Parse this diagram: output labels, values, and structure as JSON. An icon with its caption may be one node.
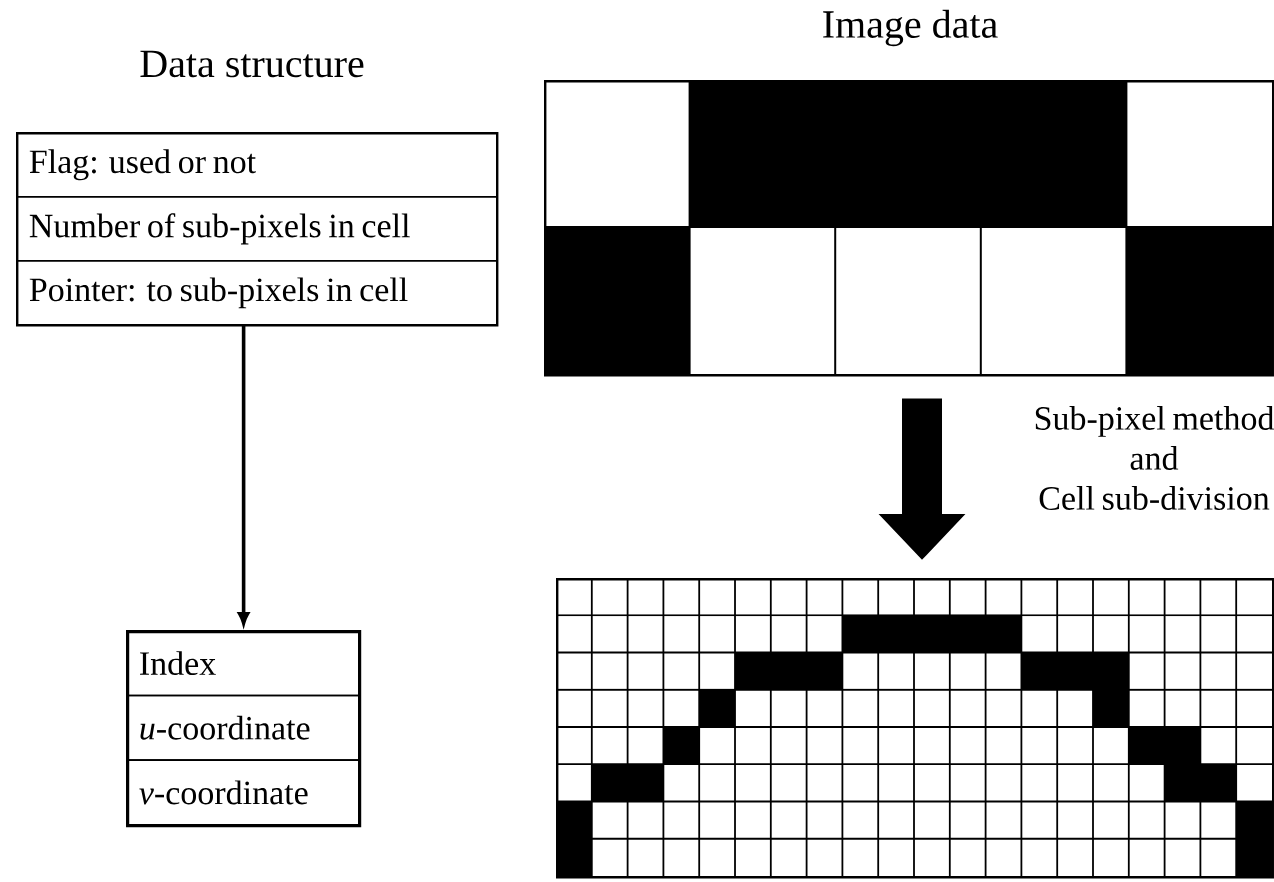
{
  "diagram": {
    "nodes": [
      {
        "text": [
          "Data structure"
        ]
      },
      {
        "text": [
          "Flag: used or not"
        ],
        "in": 0
      },
      {
        "text": [
          "Number of sub-pixels in cell"
        ],
        "in": 0
      },
      {
        "text": [
          "Pointer: to sub-pixels in cell"
        ],
        "in": 0
      },
      {
        "text": [],
        "shape": "box"
      },
      {
        "text": [
          "Index"
        ],
        "in": 4
      },
      {
        "text": [
          "*u*-coordinate"
        ],
        "in": 4
      },
      {
        "text": [
          "*v*-coordinate"
        ],
        "in": 4
      },
      {
        "text": [
          "Image data"
        ]
      },
      {
        "text": [],
        "shape": "picture"
      }
    ],
    "edges": [
      {
        "from": 3,
        "to": 4,
        "arrow": "to"
      },
      {
        "from": 8,
        "to": 9,
        "arrow": "to",
        "style": "thick",
        "label": "Sub-pixel method and Cell sub-division"
      }
    ]
  }
}
